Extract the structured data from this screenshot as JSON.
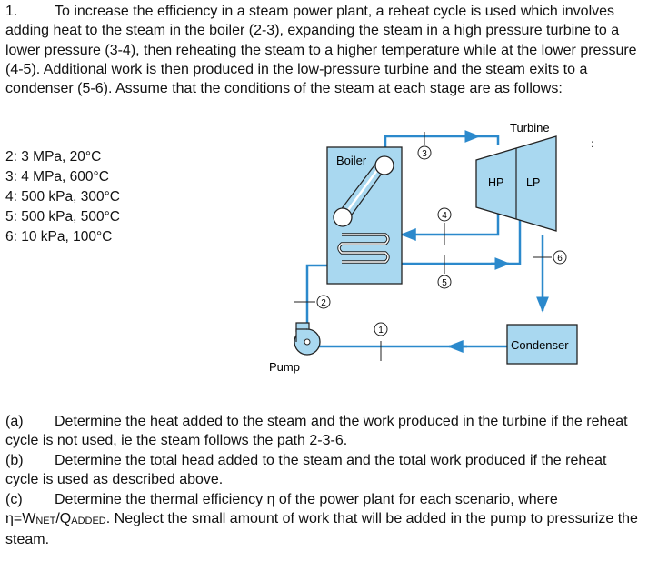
{
  "problem": {
    "number": "1.",
    "intro": "To increase the efficiency in a steam power plant, a reheat cycle is used which involves adding heat to the steam in the boiler (2-3), expanding the steam in a high pressure turbine to a lower pressure (3-4), then reheating the steam to a higher temperature while at the lower pressure (4-5). Additional work is then produced in the low-pressure turbine and the steam exits to a condenser (5-6). Assume that the conditions of the steam at each stage are as follows:"
  },
  "states": [
    "2: 3 MPa, 20°C",
    "3: 4 MPa, 600°C",
    "4: 500 kPa, 300°C",
    "5: 500 kPa, 500°C",
    "6: 10 kPa, 100°C"
  ],
  "diagram": {
    "labels": {
      "turbine": "Turbine",
      "boiler": "Boiler",
      "hp": "HP",
      "lp": "LP",
      "condenser": "Condenser",
      "pump": "Pump"
    },
    "points": [
      "1",
      "2",
      "3",
      "4",
      "5",
      "6"
    ],
    "colors": {
      "fill": "#a9d8f0",
      "line": "#2b89cc",
      "stroke": "#222222"
    }
  },
  "questions": {
    "a_tag": "(a)",
    "a_text": "Determine the heat added to the steam and the work produced in the turbine if the reheat cycle is not used, ie the steam follows the path 2-3-6.",
    "b_tag": "(b)",
    "b_text": "Determine the total head added to the steam and the total work produced if the reheat cycle is used as described above.",
    "c_tag": "(c)",
    "c_text1": "Determine the thermal efficiency η of the power plant for each scenario, where",
    "c_eta": "η=W",
    "c_net": "NET",
    "c_slash": "/Q",
    "c_added": "ADDED",
    "c_text2": ". Neglect the small amount of work that will be added in the pump to pressurize the steam."
  }
}
